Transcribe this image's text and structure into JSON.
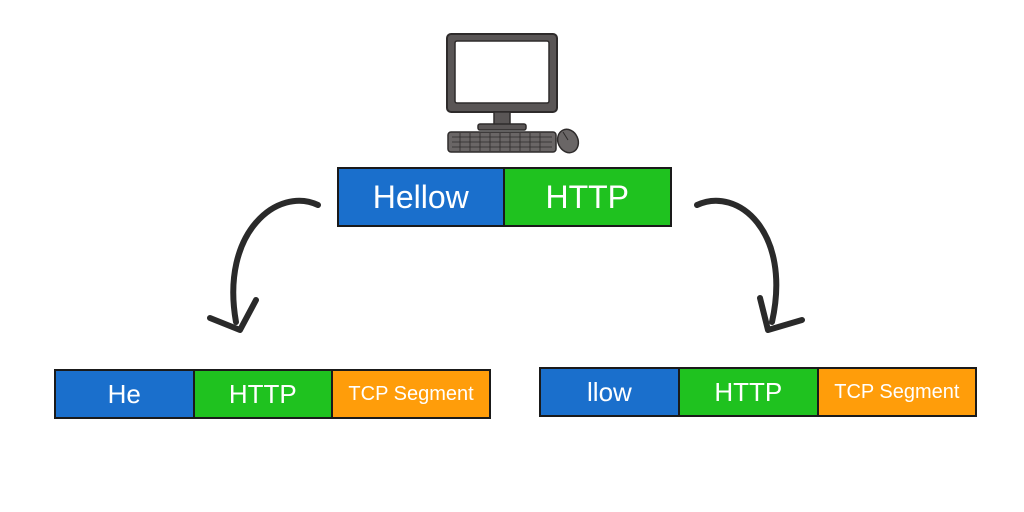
{
  "top_packet": {
    "data": "Hellow",
    "header": "HTTP"
  },
  "left_packet": {
    "data": "He",
    "header": "HTTP",
    "segment": "TCP Segment"
  },
  "right_packet": {
    "data": "llow",
    "header": "HTTP",
    "segment": "TCP Segment"
  },
  "icons": {
    "computer": "desktop-computer-icon",
    "arrow": "curved-arrow-icon"
  },
  "colors": {
    "data_block": "#1a6fcc",
    "http_block": "#1fc21f",
    "tcp_block": "#ff9d0a",
    "stroke": "#1a1a1a"
  }
}
